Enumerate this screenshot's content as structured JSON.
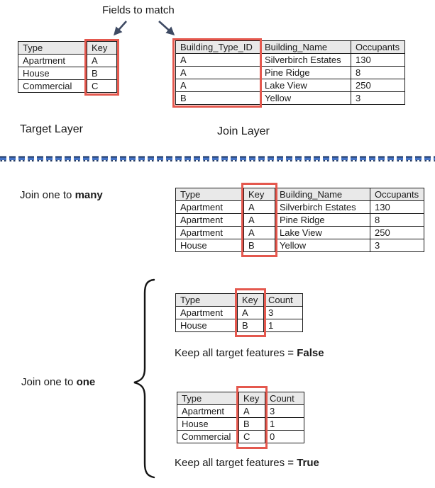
{
  "annotation": {
    "fields_to_match": "Fields to match"
  },
  "target_layer": {
    "label": "Target Layer",
    "table": {
      "headers": [
        "Type",
        "Key"
      ],
      "rows": [
        [
          "Apartment",
          "A"
        ],
        [
          "House",
          "B"
        ],
        [
          "Commercial",
          "C"
        ]
      ]
    }
  },
  "join_layer": {
    "label": "Join Layer",
    "table": {
      "headers": [
        "Building_Type_ID",
        "Building_Name",
        "Occupants"
      ],
      "rows": [
        [
          "A",
          "Silverbirch Estates",
          "130"
        ],
        [
          "A",
          "Pine Ridge",
          "8"
        ],
        [
          "A",
          "Lake View",
          "250"
        ],
        [
          "B",
          "Yellow",
          "3"
        ]
      ]
    }
  },
  "one_to_many": {
    "label_prefix": "Join one to ",
    "label_bold": "many",
    "table": {
      "headers": [
        "Type",
        "Key",
        "Building_Name",
        "Occupants"
      ],
      "rows": [
        [
          "Apartment",
          "A",
          "Silverbirch Estates",
          "130"
        ],
        [
          "Apartment",
          "A",
          "Pine Ridge",
          "8"
        ],
        [
          "Apartment",
          "A",
          "Lake View",
          "250"
        ],
        [
          "House",
          "B",
          "Yellow",
          "3"
        ]
      ]
    }
  },
  "one_to_one": {
    "label_prefix": "Join one to ",
    "label_bold": "one",
    "false_case": {
      "table": {
        "headers": [
          "Type",
          "Key",
          "Count"
        ],
        "rows": [
          [
            "Apartment",
            "A",
            "3"
          ],
          [
            "House",
            "B",
            "1"
          ]
        ]
      },
      "caption_prefix": "Keep all target features = ",
      "caption_bold": "False"
    },
    "true_case": {
      "table": {
        "headers": [
          "Type",
          "Key",
          "Count"
        ],
        "rows": [
          [
            "Apartment",
            "A",
            "3"
          ],
          [
            "House",
            "B",
            "1"
          ],
          [
            "Commercial",
            "C",
            "0"
          ]
        ]
      },
      "caption_prefix": "Keep all target features = ",
      "caption_bold": "True"
    }
  },
  "colors": {
    "highlight_red": "#e4584e",
    "header_gray": "#e9e9e9",
    "divider_blue": "#4472c4",
    "divider_dark_navy": "#1f3864",
    "arrow_navy": "#3e4a63",
    "text": "#1a1a1a"
  }
}
